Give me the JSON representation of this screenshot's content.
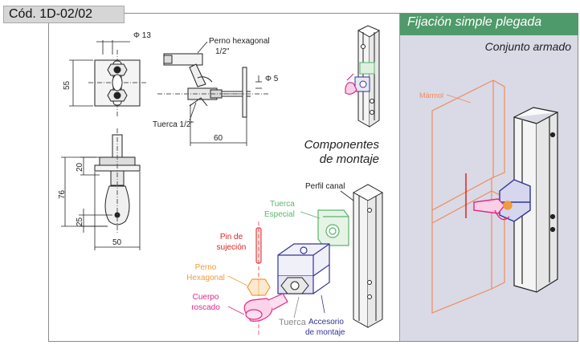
{
  "header": {
    "code": "Cód. 1D-02/02"
  },
  "panel": {
    "title": "Fijación simple plegada",
    "subtitle": "Conjunto armado",
    "label_marble": "Mármol"
  },
  "drawing": {
    "dim_phi13": "Φ 13",
    "dim_phi5": "Φ 5",
    "label_perno_hex": "Perno hexagonal",
    "label_half_inch_a": "1/2\"",
    "label_tuerca_half": "Tuerca 1/2\"",
    "dim_55": "55",
    "dim_60": "60",
    "dim_20": "20",
    "dim_76": "76",
    "dim_25": "25",
    "dim_50": "50"
  },
  "components": {
    "title_line1": "Componentes",
    "title_line2": "de montaje",
    "perfil_canal": "Perfil canal",
    "tuerca_especial_1": "Tuerca",
    "tuerca_especial_2": "Especial",
    "pin_1": "Pin de",
    "pin_2": "sujeción",
    "perno_1": "Perno",
    "perno_2": "Hexagonal",
    "cuerpo_1": "Cuerpo",
    "cuerpo_2": "roscado",
    "tuerca": "Tuerca",
    "accesorio_1": "Accesorio",
    "accesorio_2": "de montaje"
  },
  "colors": {
    "green": "#4f9a6a",
    "marble": "#f08a5d",
    "pink": "#e0288a",
    "blue": "#333399",
    "red": "#e02020",
    "orange": "#f39a3a",
    "tuerca_green": "#5ab56e",
    "gray": "#888888"
  }
}
